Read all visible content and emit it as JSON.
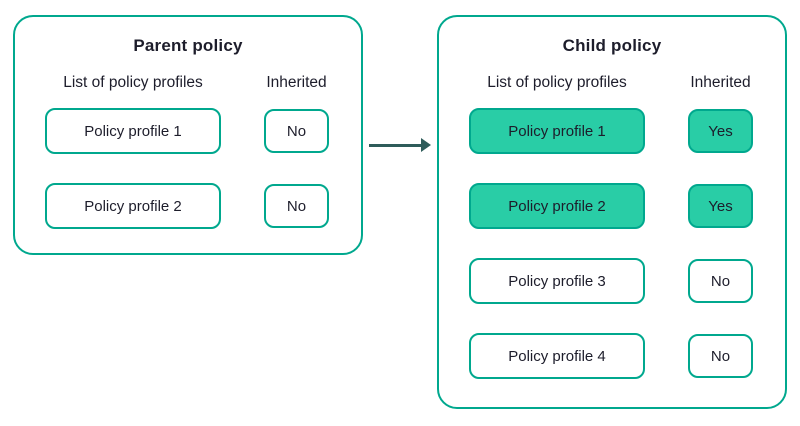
{
  "colors": {
    "accent_border": "#00a88e",
    "highlight_fill": "#29cda6",
    "text": "#1d1d2b",
    "arrow": "#2e5c5a",
    "background": "#ffffff"
  },
  "parent": {
    "title": "Parent policy",
    "col_profiles": "List of policy profiles",
    "col_inherited": "Inherited",
    "rows": [
      {
        "profile": "Policy profile 1",
        "inherited": "No",
        "highlight": false
      },
      {
        "profile": "Policy profile 2",
        "inherited": "No",
        "highlight": false
      }
    ]
  },
  "child": {
    "title": "Child policy",
    "col_profiles": "List of policy profiles",
    "col_inherited": "Inherited",
    "rows": [
      {
        "profile": "Policy profile 1",
        "inherited": "Yes",
        "highlight": true
      },
      {
        "profile": "Policy profile 2",
        "inherited": "Yes",
        "highlight": true
      },
      {
        "profile": "Policy profile 3",
        "inherited": "No",
        "highlight": false
      },
      {
        "profile": "Policy profile 4",
        "inherited": "No",
        "highlight": false
      }
    ]
  }
}
